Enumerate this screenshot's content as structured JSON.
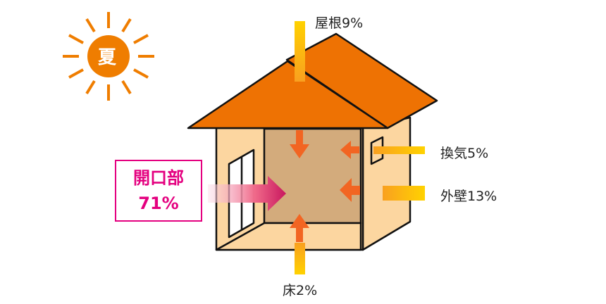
{
  "season": "夏",
  "labels": {
    "roof": "屋根9%",
    "ventilation": "換気5%",
    "outer_wall": "外壁13%",
    "floor": "床2%",
    "opening_title": "開口部",
    "opening_value": "71%"
  },
  "colors": {
    "roof": "#ee7203",
    "wall": "#fcd6a0",
    "interior": "#d3ab7c",
    "arrow_orange": "#f26522",
    "bar_yellow": "#ffc20e",
    "opening_pink": "#e4007f",
    "sun": "#ef7d00"
  }
}
